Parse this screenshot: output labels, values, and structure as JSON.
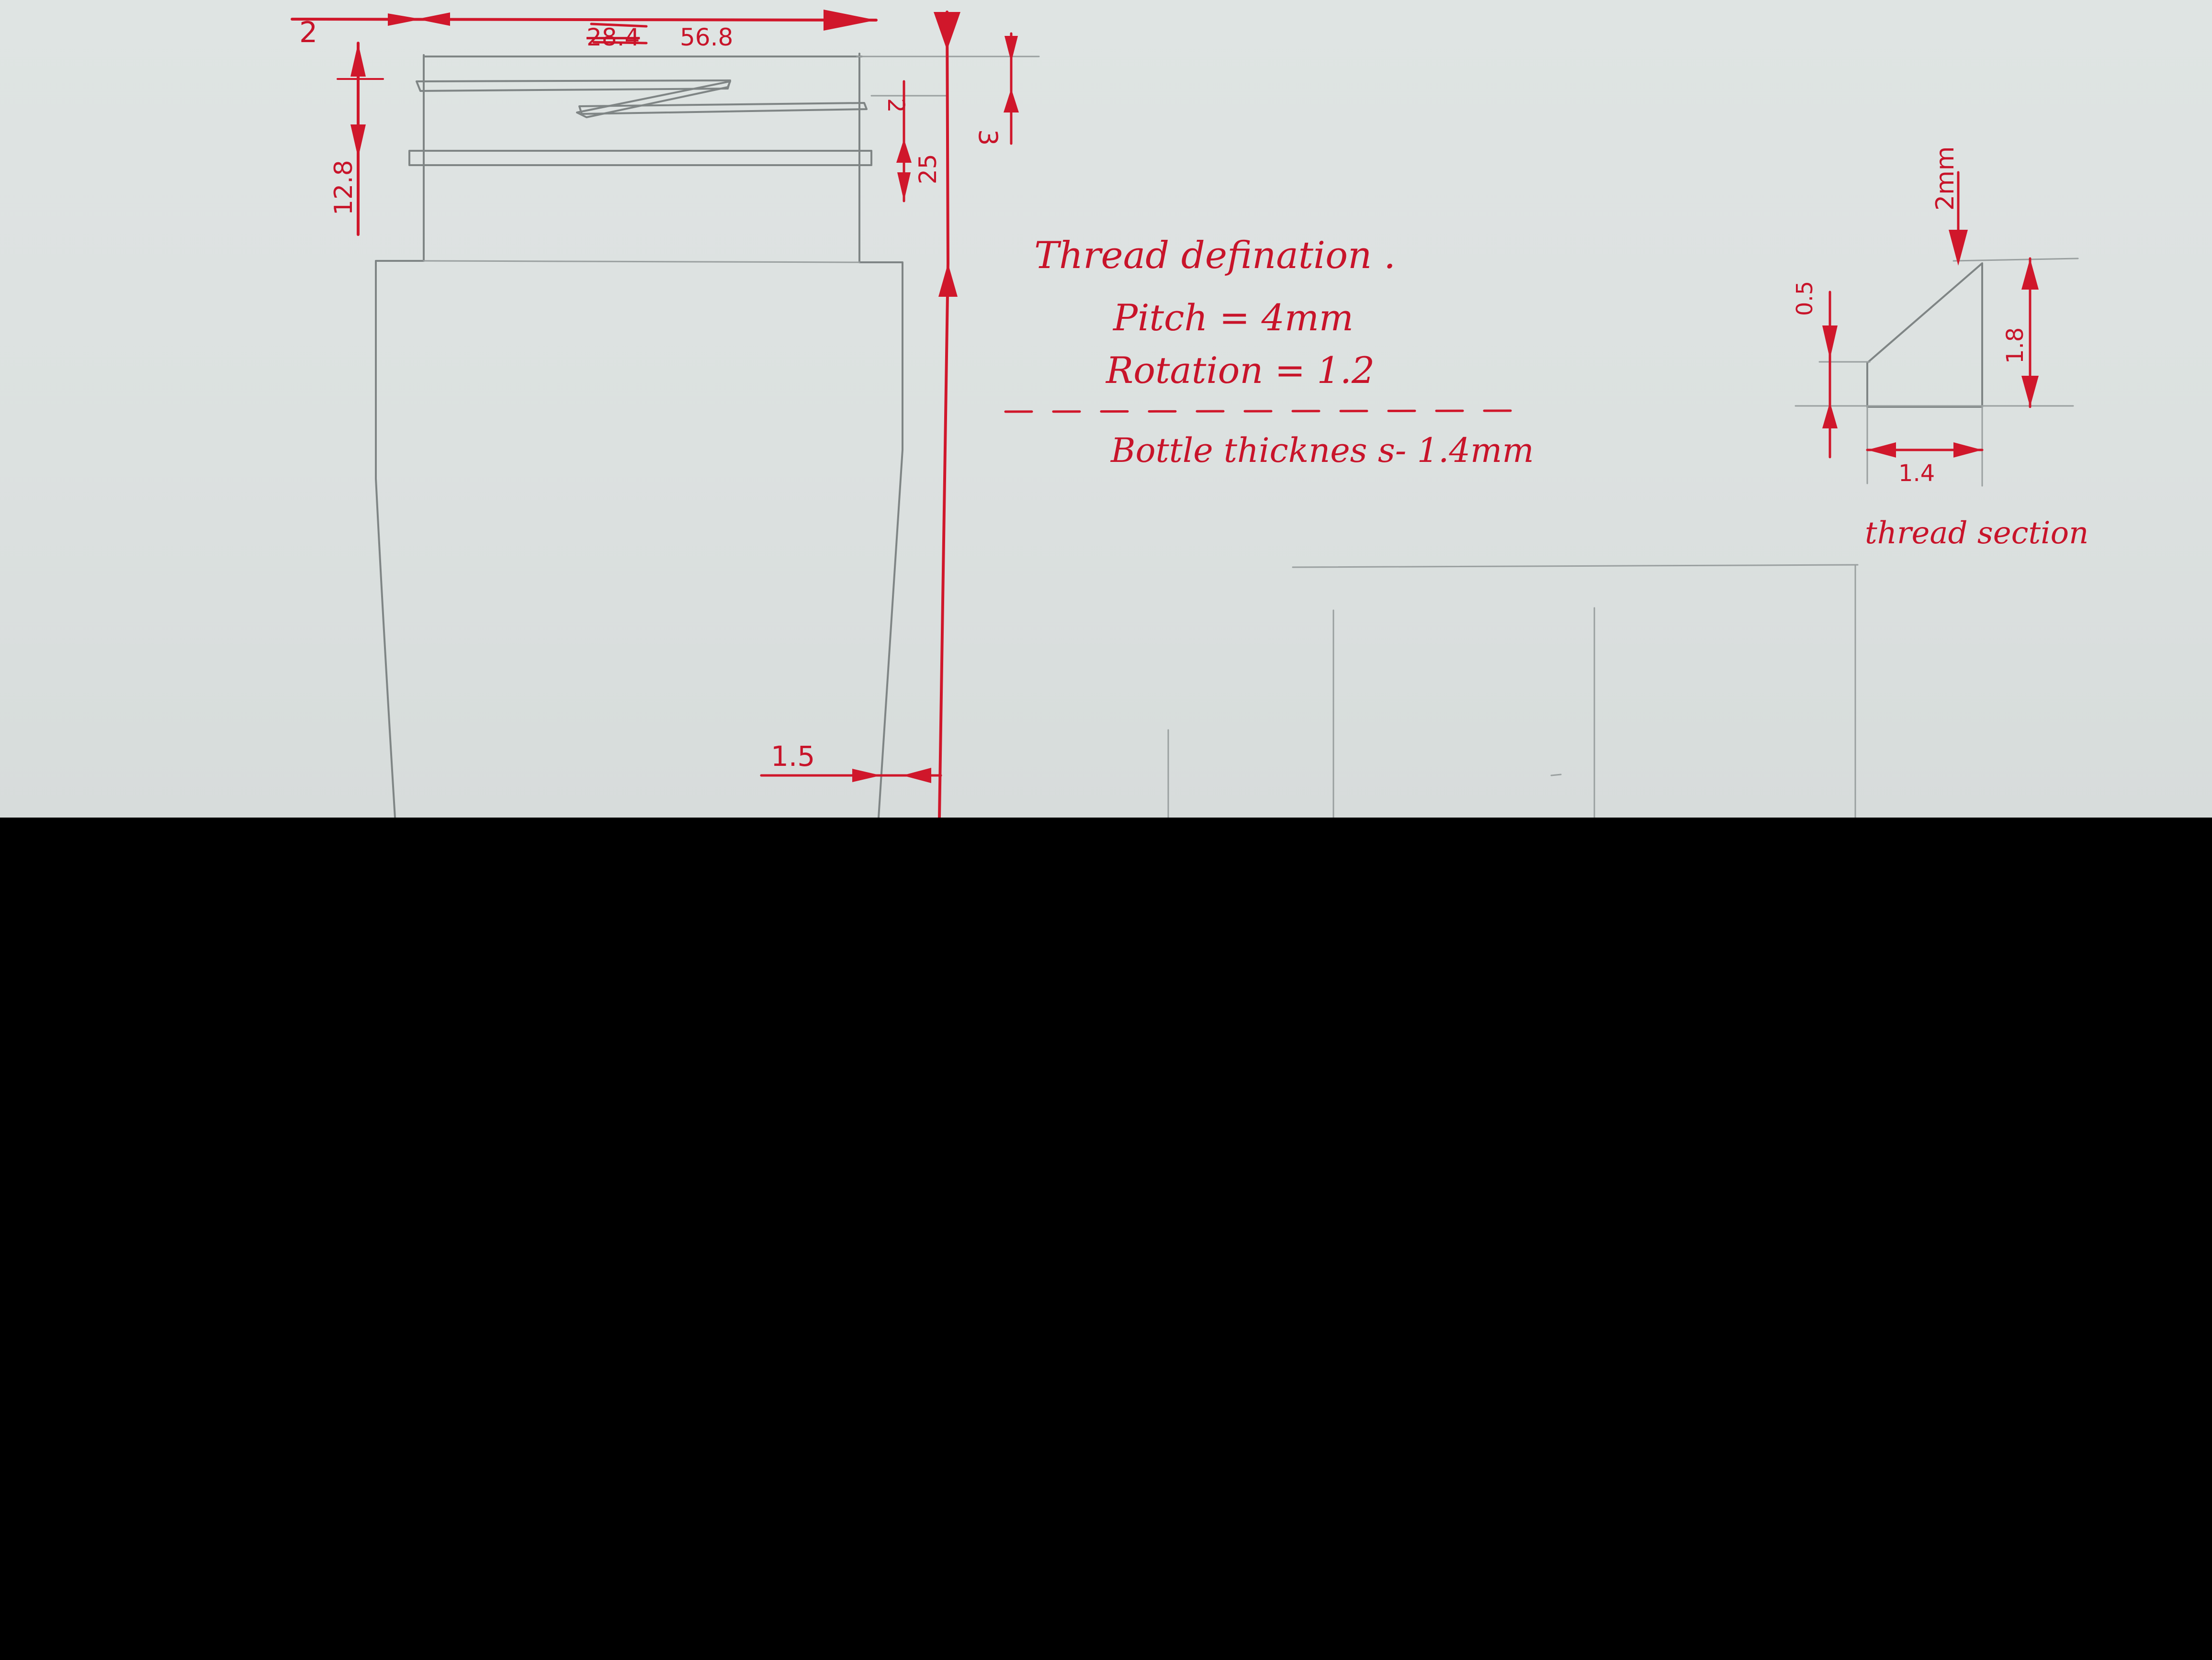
{
  "colors": {
    "paper": "#dde2e1",
    "pencil": "#7f8585",
    "ink": "#d0172b",
    "background": "#000000"
  },
  "dimensions": {
    "top_left_offset": "2",
    "neck_width_struck": "28.4",
    "neck_width": "56.8",
    "neck_height": "12.8",
    "thread_gap": "2",
    "neck_length": "25",
    "top_margin": "3",
    "wall_offset": "1.5"
  },
  "notes": {
    "thread_definition": "Thread defination .",
    "pitch": "Pitch = 4mm",
    "rotation": "Rotation = 1.2",
    "bottle_thickness": "Bottle thicknes s- 1.4mm"
  },
  "thread_section": {
    "title": "thread section",
    "top_width": "2mm",
    "step": "0.5",
    "height": "1.8",
    "base_width": "1.4"
  }
}
